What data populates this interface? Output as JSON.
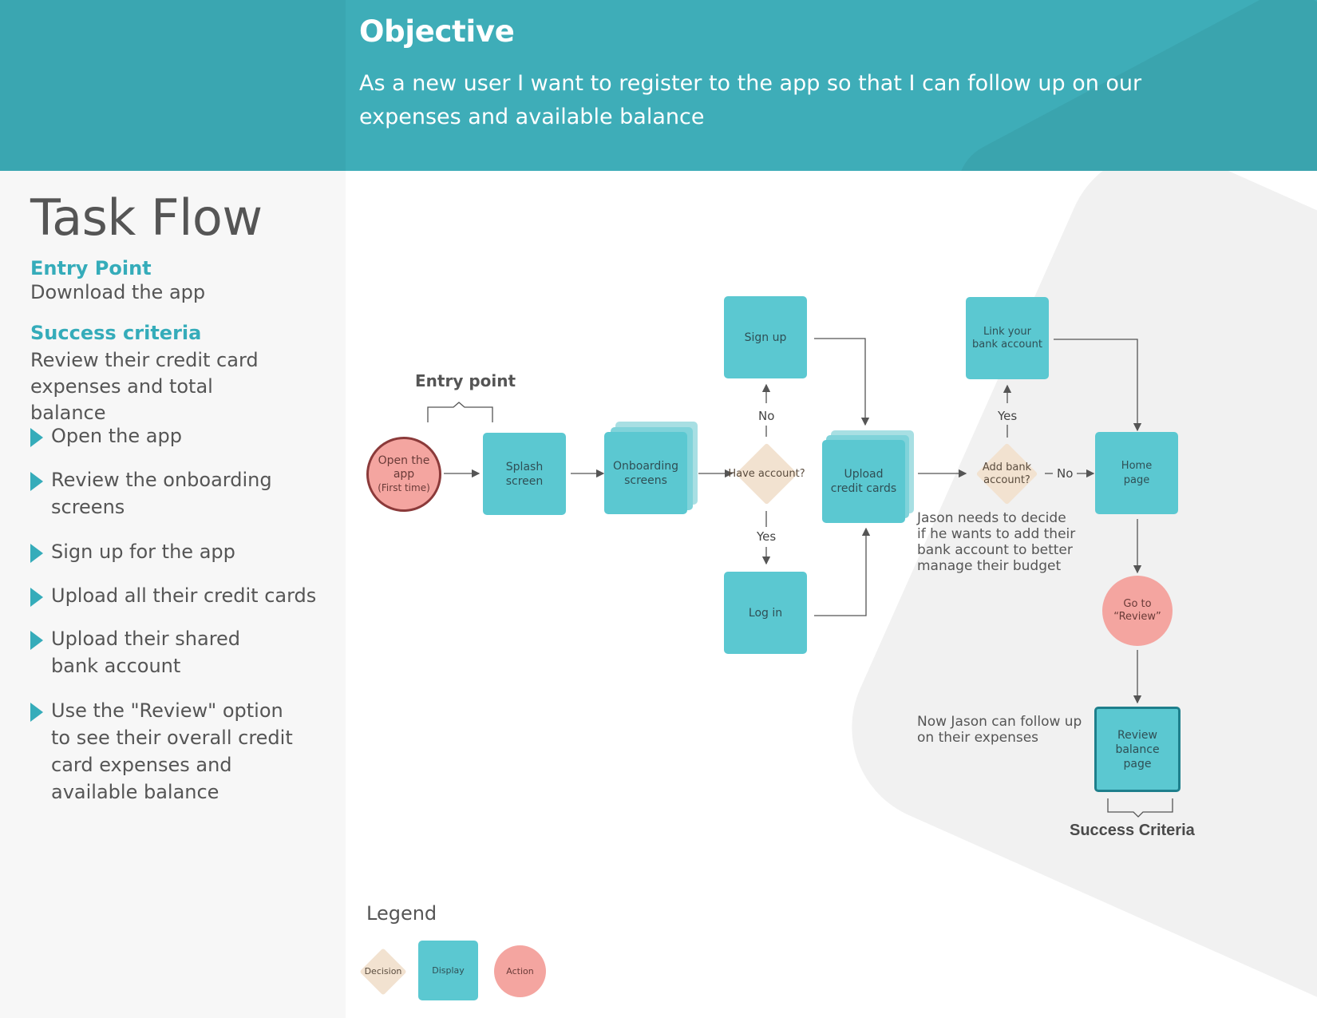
{
  "header": {
    "title": "Objective",
    "text": "As a new user I want to register to the app so that I can follow up on our expenses and available balance"
  },
  "sidebar": {
    "title": "Task Flow",
    "entry_heading": "Entry Point",
    "entry_text": "Download the app",
    "success_heading": "Success criteria",
    "success_text": "Review their credit card expenses and total balance",
    "steps": [
      "Open the app",
      "Review the onboarding screens",
      "Sign up for the app",
      "Upload all their credit cards",
      "Upload their shared bank account",
      "Use the \"Review\" option to see their overall credit card expenses and available balance"
    ]
  },
  "diagram": {
    "entry_point_label": "Entry point",
    "nodes": {
      "open_app": {
        "line1": "Open the",
        "line2": "app",
        "line3": "(First time)"
      },
      "splash": "Splash screen",
      "onboarding": "Onboarding screens",
      "have_account": "Have account?",
      "sign_up": "Sign up",
      "log_in": "Log in",
      "upload_cards": "Upload credit cards",
      "add_bank": "Add bank account?",
      "link_bank": "Link your bank account",
      "home": "Home page",
      "go_review": "Go to “Review”",
      "review_balance": "Review balance page"
    },
    "edge_labels": {
      "no_up": "No",
      "yes_down": "Yes",
      "yes_up": "Yes",
      "no_right": "No"
    },
    "notes": {
      "decide": "Jason needs to decide if he wants to add their bank account to better manage their budget",
      "follow_up": "Now Jason can follow up on their expenses"
    },
    "success_label": "Success Criteria"
  },
  "legend": {
    "title": "Legend",
    "decision": "Decision",
    "display": "Display",
    "action": "Action"
  },
  "colors": {
    "teal_header": "#3eadb8",
    "display_box": "#5bc8d1",
    "action_circle": "#f4a5a0",
    "decision_diamond": "#f2e2d0",
    "accent_text": "#35acba"
  }
}
